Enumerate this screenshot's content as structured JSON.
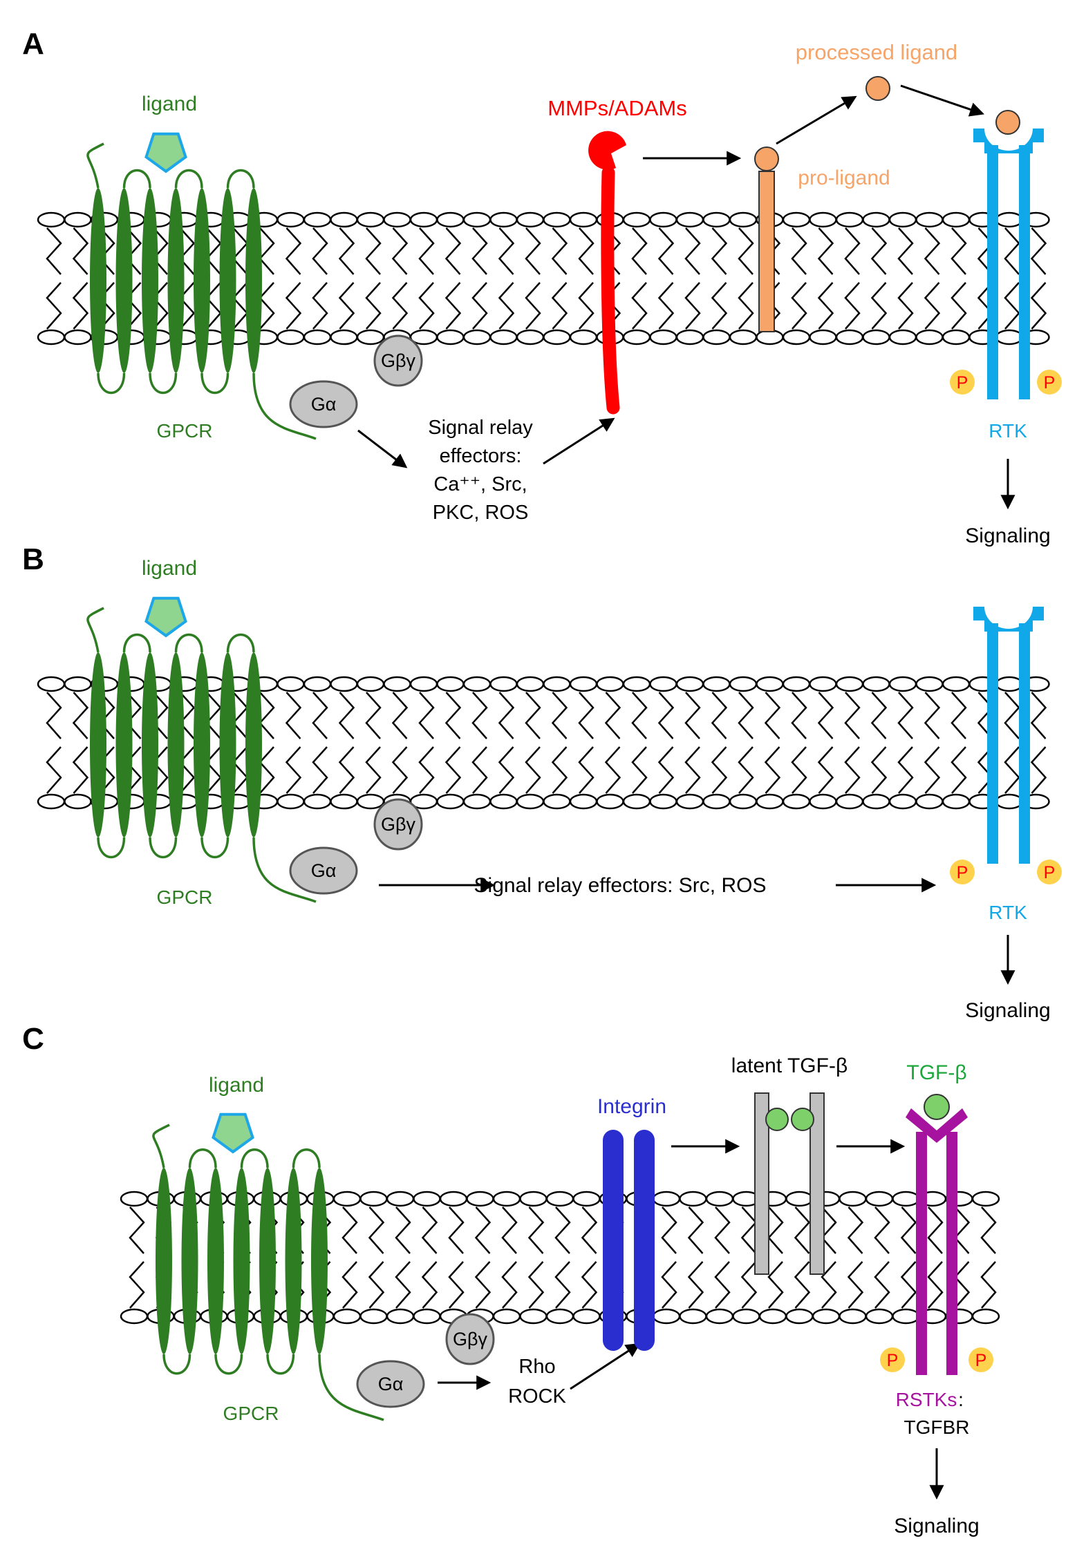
{
  "colors": {
    "gpcr": "#2e7d23",
    "ligand_fill": "#8fd48f",
    "ligand_stroke": "#1ea7e8",
    "rtk": "#11a8ea",
    "mmp": "#ff0000",
    "pro_ligand": "#f7a468",
    "phospho_fill": "#ffd24d",
    "phospho_text": "#ff0000",
    "g_protein": "#c4c4c4",
    "integrin": "#2b2ecf",
    "latent_tgf": "#c0c0c0",
    "tgf_ball": "#7ed06a",
    "tgf_text": "#1aa83a",
    "rstk": "#a6139f",
    "black": "#000000"
  },
  "panel_a": {
    "letter": "A",
    "ligand": "ligand",
    "gpcr": "GPCR",
    "g_alpha": "Gα",
    "g_beta_gamma": "Gβγ",
    "relay": [
      "Signal relay",
      "effectors:",
      "Ca⁺⁺, Src,",
      "PKC, ROS"
    ],
    "mmps": "MMPs/ADAMs",
    "pro_ligand": "pro-ligand",
    "processed_ligand": "processed ligand",
    "phospho": "P",
    "rtk": "RTK",
    "signaling": "Signaling"
  },
  "panel_b": {
    "letter": "B",
    "ligand": "ligand",
    "gpcr": "GPCR",
    "g_alpha": "Gα",
    "g_beta_gamma": "Gβγ",
    "relay": "Signal relay effectors: Src, ROS",
    "phospho": "P",
    "rtk": "RTK",
    "signaling": "Signaling"
  },
  "panel_c": {
    "letter": "C",
    "ligand": "ligand",
    "gpcr": "GPCR",
    "g_alpha": "Gα",
    "g_beta_gamma": "Gβγ",
    "rho": "Rho",
    "rock": "ROCK",
    "integrin": "Integrin",
    "latent_tgf": "latent TGF-β",
    "tgf": "TGF-β",
    "phospho": "P",
    "rstks": "RSTKs",
    "rstks_colon": ":",
    "tgfbr": "TGFBR",
    "signaling": "Signaling"
  }
}
